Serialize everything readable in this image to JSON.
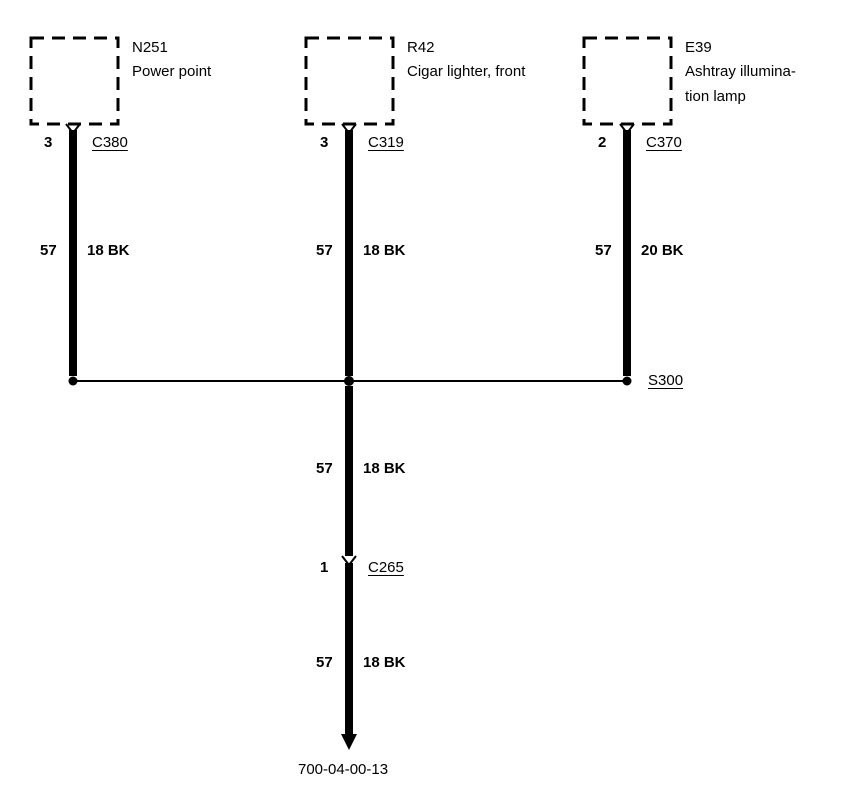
{
  "components": [
    {
      "id": "N251",
      "name_lines": [
        "Power point"
      ],
      "pin": "3",
      "connector": "C380",
      "circuit": "57",
      "wire": "18 BK"
    },
    {
      "id": "R42",
      "name_lines": [
        "Cigar lighter, front"
      ],
      "pin": "3",
      "connector": "C319",
      "circuit": "57",
      "wire": "18 BK"
    },
    {
      "id": "E39",
      "name_lines": [
        "Ashtray illumina-",
        "tion lamp"
      ],
      "pin": "2",
      "connector": "C370",
      "circuit": "57",
      "wire": "20 BK"
    }
  ],
  "splice": {
    "id": "S300"
  },
  "trunk": [
    {
      "circuit": "57",
      "wire": "18 BK"
    },
    {
      "circuit": "57",
      "wire": "18 BK"
    }
  ],
  "connector_out": {
    "pin": "1",
    "id": "C265"
  },
  "figure_id": "700-04-00-13",
  "colors": {
    "ink": "#000000",
    "background": "#ffffff"
  }
}
